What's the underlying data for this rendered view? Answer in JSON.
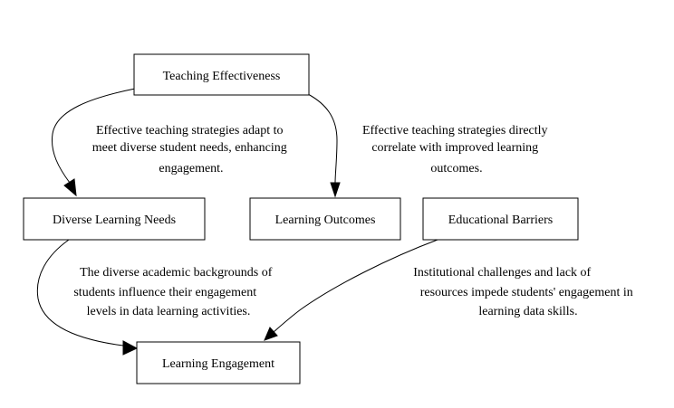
{
  "nodes": {
    "teaching_effectiveness": "Teaching Effectiveness",
    "diverse_learning_needs": "Diverse Learning Needs",
    "learning_outcomes": "Learning Outcomes",
    "educational_barriers": "Educational Barriers",
    "learning_engagement": "Learning Engagement"
  },
  "edges": {
    "te_to_dln": {
      "from": "Teaching Effectiveness",
      "to": "Diverse Learning Needs",
      "label": [
        "Effective teaching strategies adapt to",
        "meet diverse student needs, enhancing",
        "engagement."
      ]
    },
    "te_to_lo": {
      "from": "Teaching Effectiveness",
      "to": "Learning Outcomes",
      "label": [
        "Effective teaching strategies directly",
        "correlate with improved learning",
        "outcomes."
      ]
    },
    "dln_to_le": {
      "from": "Diverse Learning Needs",
      "to": "Learning Engagement",
      "label": [
        "The diverse academic backgrounds of",
        "students influence their engagement",
        "levels in data learning activities."
      ]
    },
    "eb_to_le": {
      "from": "Educational Barriers",
      "to": "Learning Engagement",
      "label": [
        "Institutional challenges and lack of",
        "resources impede students' engagement in",
        "learning data skills."
      ]
    }
  }
}
